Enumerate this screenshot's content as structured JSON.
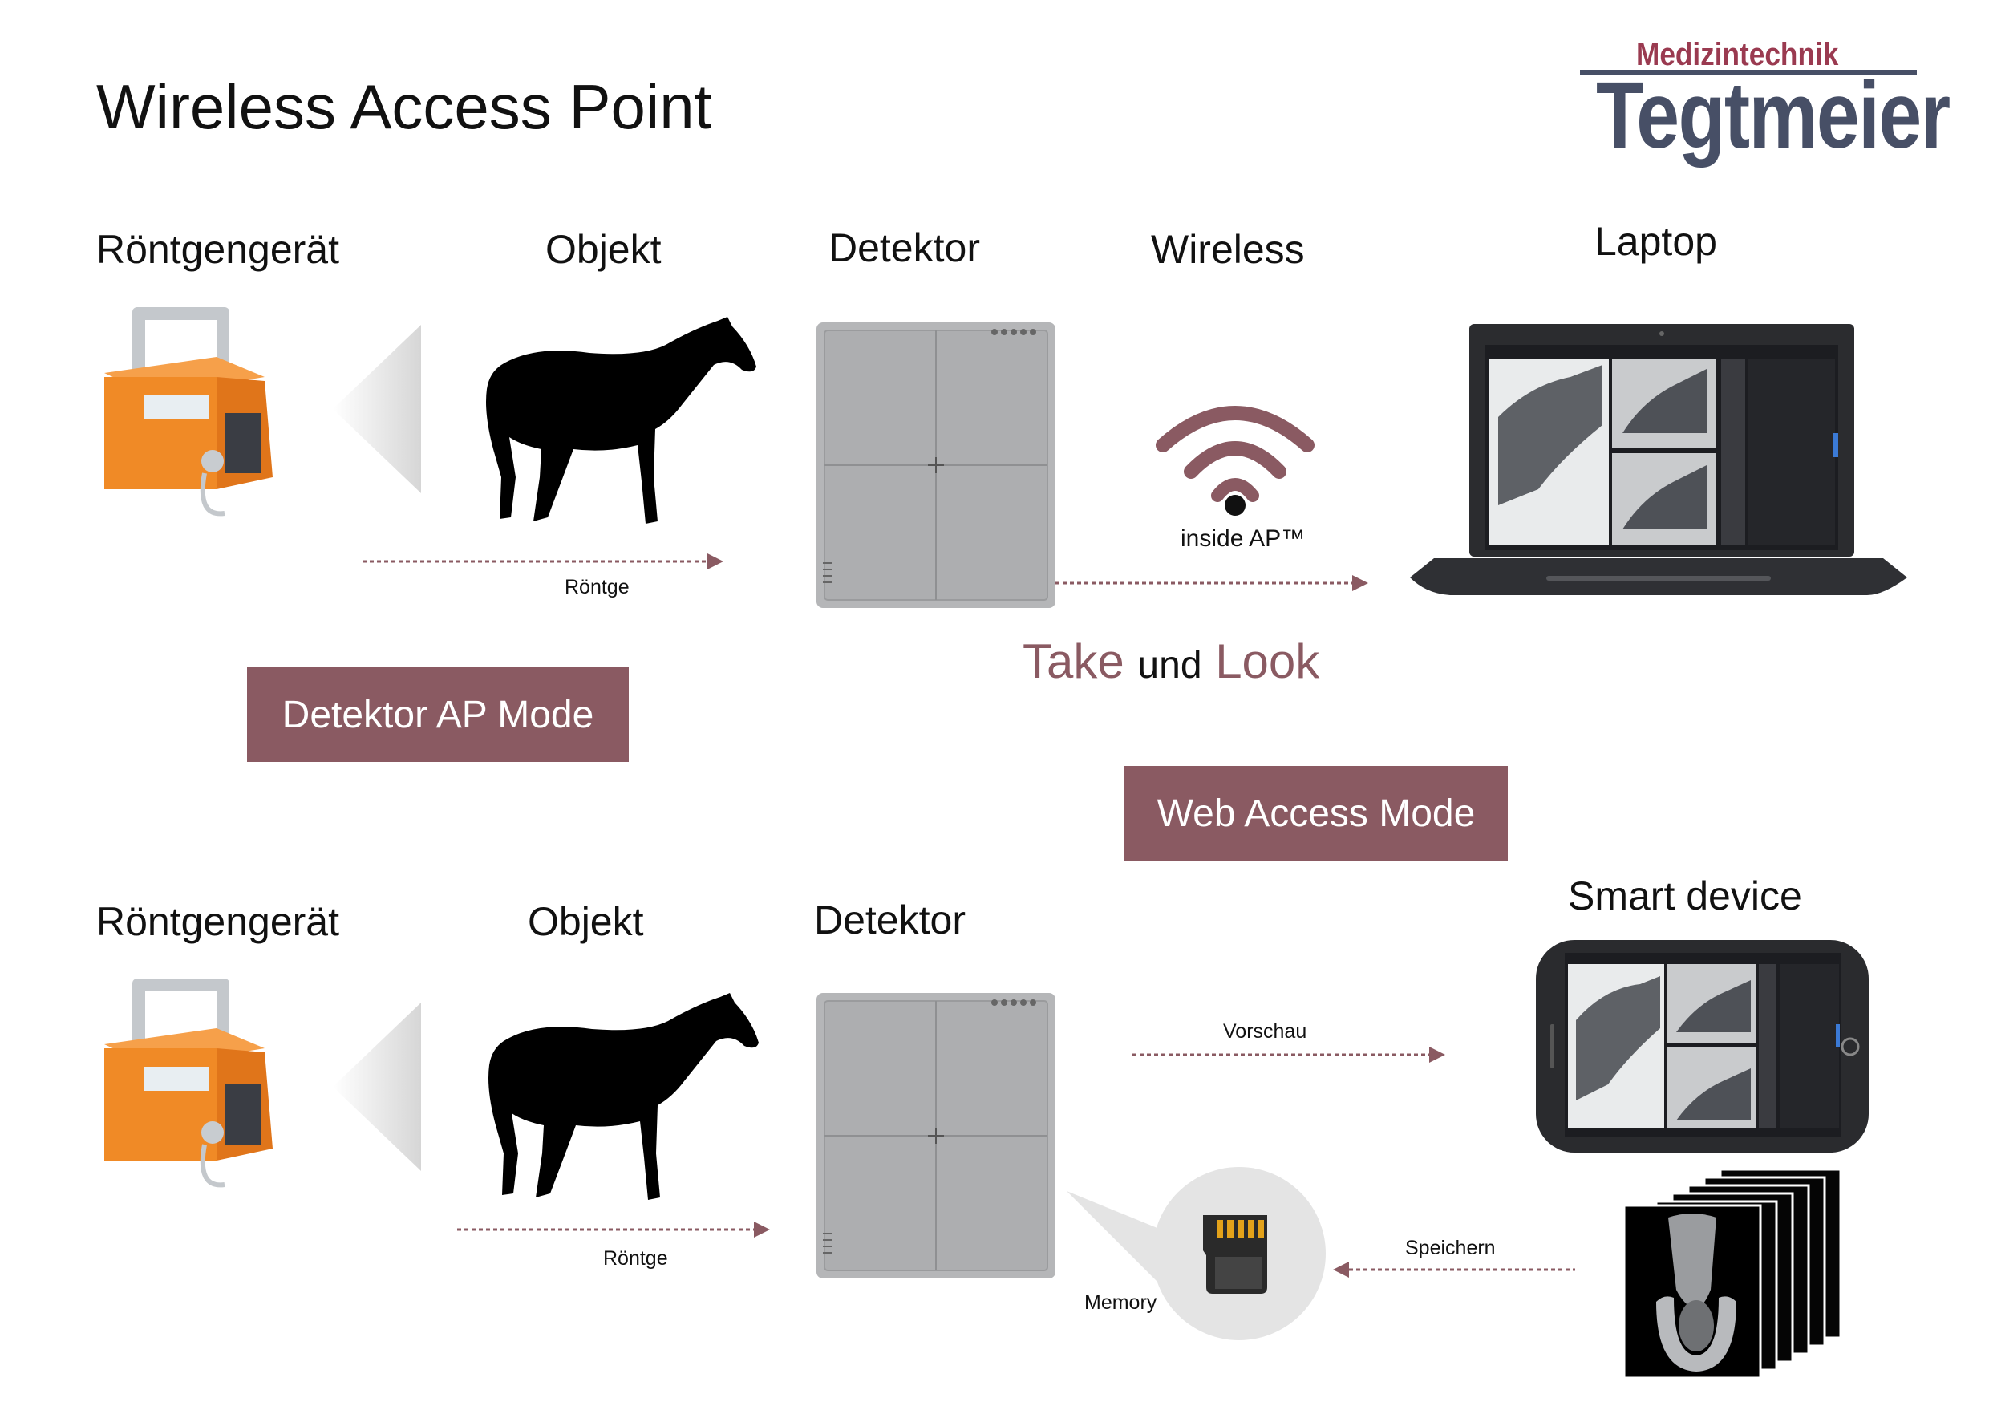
{
  "title": "Wireless Access Point",
  "logo": {
    "top_text": "Medizintechnik",
    "main_text": "Tegtmeier",
    "accent_color": "#9a3a50",
    "main_color": "#474f66"
  },
  "top_row": {
    "labels": {
      "xray": "Röntgengerät",
      "object": "Objekt",
      "detector": "Detektor",
      "wireless": "Wireless",
      "laptop": "Laptop"
    },
    "arrow_xray_label": "Röntge",
    "wifi_badge": "inside AP™"
  },
  "take_look": {
    "take": "Take",
    "und": "und",
    "look": "Look"
  },
  "modes": {
    "ap_mode": "Detektor AP Mode",
    "web_mode": "Web Access Mode",
    "color": "#8a5a62"
  },
  "bottom_row": {
    "labels": {
      "xray": "Röntgengerät",
      "object": "Objekt",
      "detector": "Detektor",
      "smart_device": "Smart device"
    },
    "arrow_xray_label": "Röntge",
    "preview_label": "Vorschau",
    "save_label": "Speichern",
    "memory_label": "Memory"
  }
}
